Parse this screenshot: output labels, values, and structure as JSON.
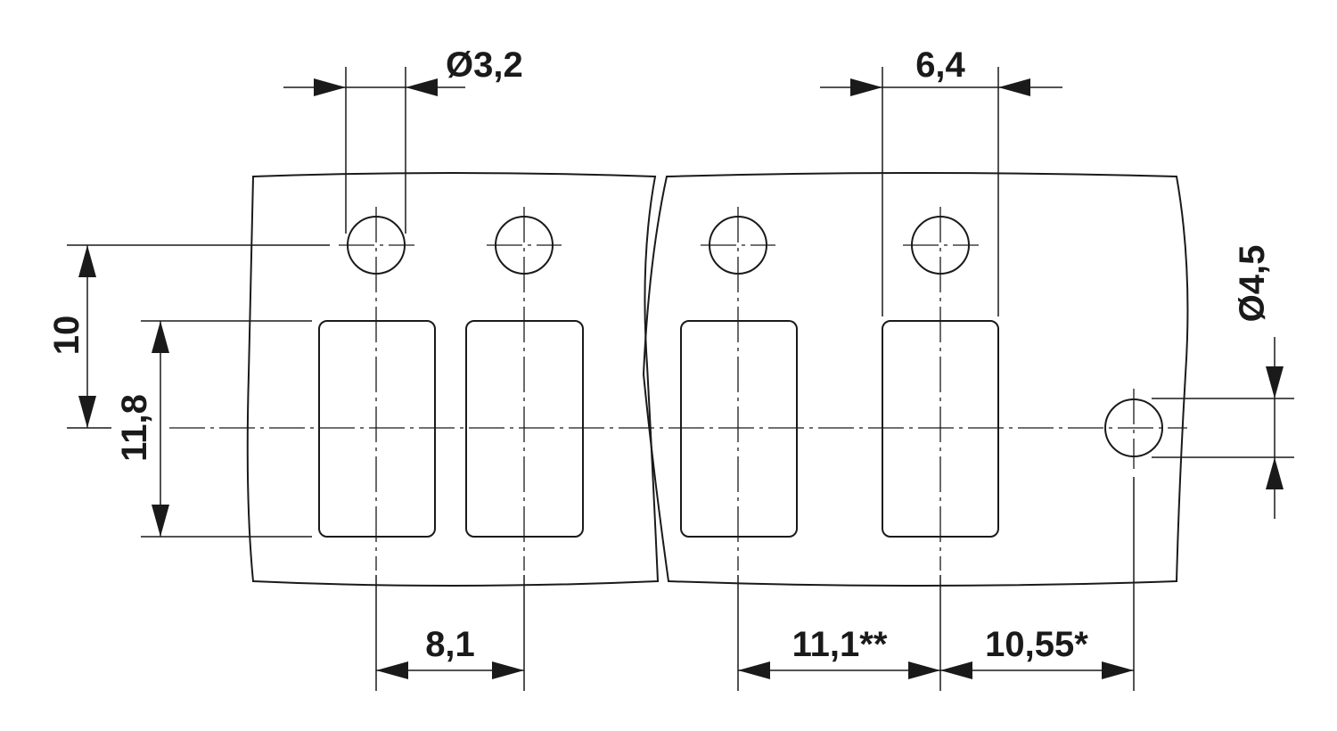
{
  "dimensions": {
    "left_hole_diameter": "Ø3,2",
    "right_hole_width": "6,4",
    "side_hole_diameter": "Ø4,5",
    "vertical_hole_to_axis": "10",
    "vertical_pad_height": "11,8",
    "bottom_left_pitch": "8,1",
    "bottom_middle_pitch": "11,1**",
    "bottom_right_pitch": "10,55*"
  }
}
